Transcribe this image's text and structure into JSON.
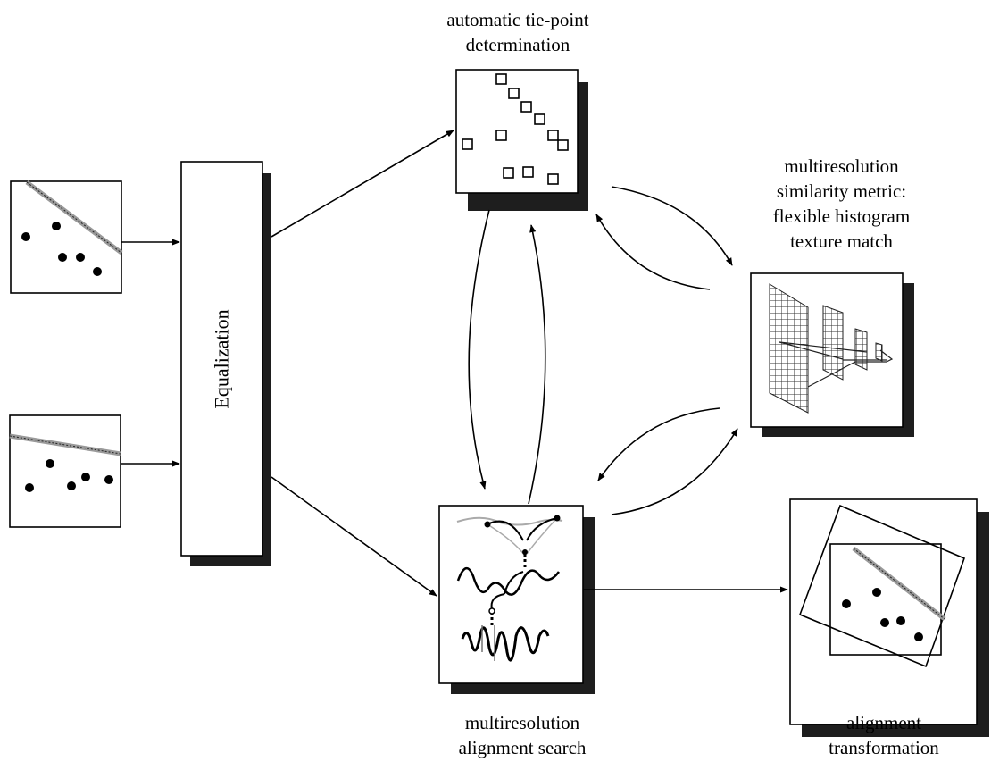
{
  "diagram": {
    "equalization_label": "Equalization",
    "tiepoint_label": [
      "automatic tie-point",
      "determination"
    ],
    "similarity_label": [
      "multiresolution",
      "similarity metric:",
      "flexible histogram",
      "texture match"
    ],
    "search_label": [
      "multiresolution",
      "alignment search"
    ],
    "transform_label": [
      "alignment",
      "transformation"
    ]
  }
}
